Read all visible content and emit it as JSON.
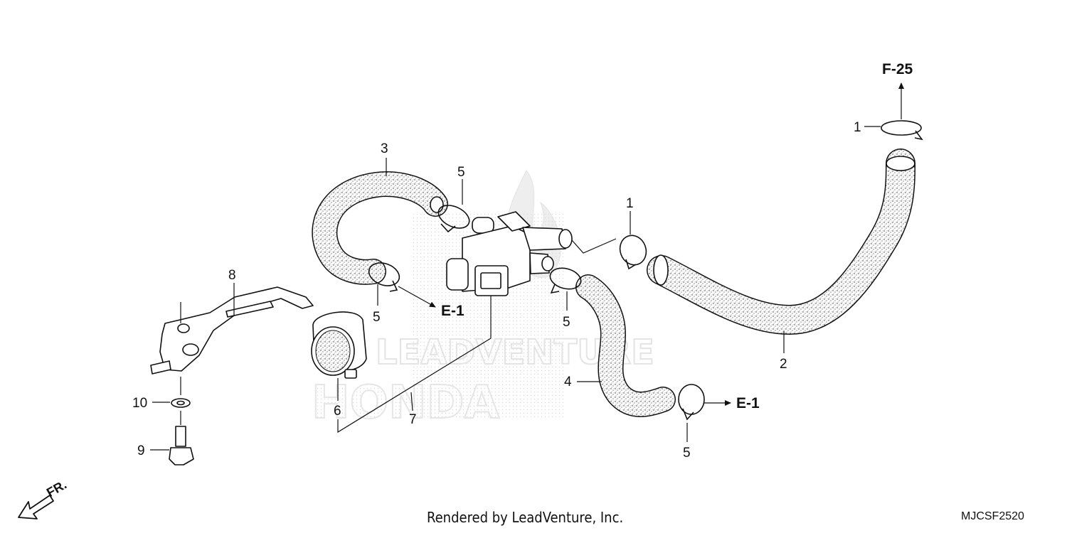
{
  "diagram": {
    "code": "MJCSF2520",
    "credit": "Rendered by LeadVenture, Inc.",
    "watermark": {
      "word1": "LEADVENTURE",
      "word2": "HONDA"
    },
    "direction_label": "FR.",
    "references": {
      "upper": "F-25",
      "left": "E-1",
      "right": "E-1"
    },
    "callouts": [
      {
        "id": "c1a",
        "label": "1"
      },
      {
        "id": "c1b",
        "label": "1"
      },
      {
        "id": "c2",
        "label": "2"
      },
      {
        "id": "c3",
        "label": "3"
      },
      {
        "id": "c4",
        "label": "4"
      },
      {
        "id": "c5a",
        "label": "5"
      },
      {
        "id": "c5b",
        "label": "5"
      },
      {
        "id": "c5c",
        "label": "5"
      },
      {
        "id": "c5d",
        "label": "5"
      },
      {
        "id": "c6",
        "label": "6"
      },
      {
        "id": "c7",
        "label": "7"
      },
      {
        "id": "c8",
        "label": "8"
      },
      {
        "id": "c9",
        "label": "9"
      },
      {
        "id": "c10",
        "label": "10"
      }
    ]
  }
}
